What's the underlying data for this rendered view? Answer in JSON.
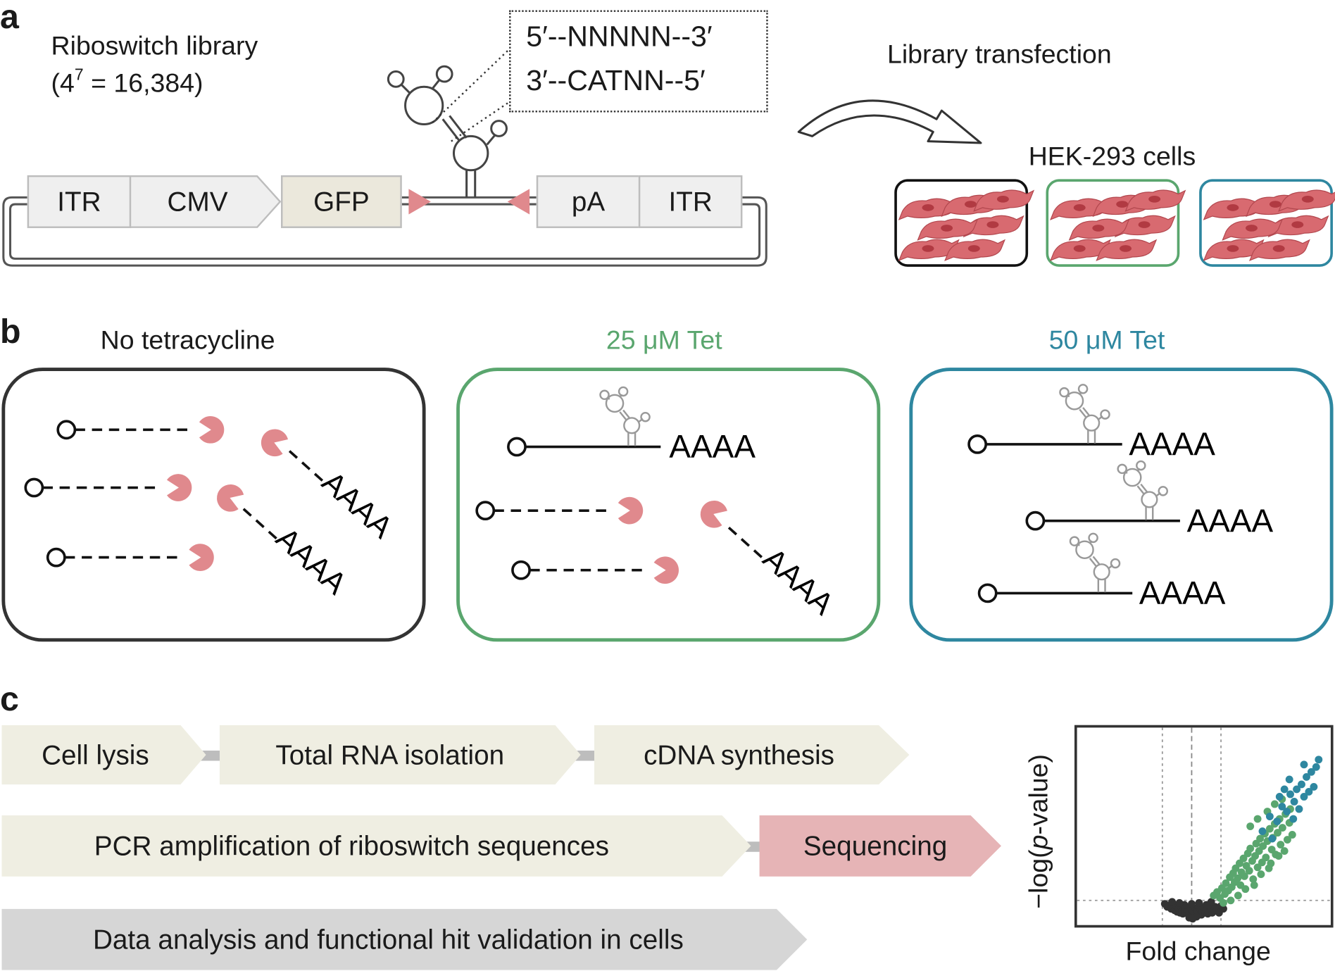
{
  "colors": {
    "black_outline": "#333333",
    "green": "#5aa66e",
    "teal": "#2e87a0",
    "pink": "#e0898d",
    "step_beige": "#efeee2",
    "step_pink": "#e6b4b6",
    "step_gray": "#d6d6d6",
    "plasmid_gray": "#efefef",
    "gfp_beige": "#ebe8dc"
  },
  "panel_a": {
    "letter": "a",
    "library_title": "Riboswitch library",
    "library_count_prefix": "(4",
    "library_count_exp": "7",
    "library_count_suffix": " = 16,384)",
    "seq_top": "5′--NNNNN--3′",
    "seq_bottom": "3′--CATNN--5′",
    "plasmid_blocks": [
      "ITR",
      "CMV",
      "GFP",
      "pA",
      "ITR"
    ],
    "transfection_label": "Library transfection",
    "cells_label": "HEK-293 cells"
  },
  "panel_b": {
    "letter": "b",
    "conditions": [
      "No tetracycline",
      "25 μM Tet",
      "50 μM Tet"
    ],
    "polyA": "AAAA"
  },
  "panel_c": {
    "letter": "c",
    "steps": [
      "Cell lysis",
      "Total RNA isolation",
      "cDNA synthesis",
      "PCR amplification of riboswitch sequences",
      "Sequencing",
      "Data analysis and functional hit validation in cells"
    ],
    "plot_ylabel_pre": "−log(",
    "plot_ylabel_italic": "p",
    "plot_ylabel_post": "-value)",
    "plot_xlabel": "Fold change"
  },
  "chart_data": {
    "type": "scatter",
    "title": "",
    "xlabel": "Fold change",
    "ylabel": "−log(p-value)",
    "grid": false,
    "series": [
      {
        "color": "#333333",
        "values": [
          [
            0.05,
            0.28
          ],
          [
            0.1,
            0.22
          ],
          [
            0.15,
            0.25
          ],
          [
            0.18,
            0.18
          ],
          [
            0.22,
            0.2
          ],
          [
            0.25,
            0.15
          ],
          [
            0.28,
            0.24
          ],
          [
            0.3,
            0.12
          ],
          [
            0.33,
            0.18
          ],
          [
            0.36,
            0.1
          ],
          [
            0.38,
            0.22
          ],
          [
            0.4,
            0.14
          ],
          [
            0.42,
            0.08
          ],
          [
            0.44,
            0.18
          ],
          [
            0.46,
            0.12
          ],
          [
            0.48,
            0.2
          ],
          [
            0.5,
            0.1
          ],
          [
            0.52,
            0.16
          ],
          [
            0.54,
            0.06
          ],
          [
            0.56,
            0.13
          ],
          [
            0.58,
            0.2
          ],
          [
            0.6,
            0.09
          ],
          [
            0.62,
            0.15
          ],
          [
            0.64,
            0.05
          ],
          [
            0.66,
            0.12
          ],
          [
            0.68,
            0.18
          ],
          [
            0.7,
            0.08
          ],
          [
            0.72,
            0.14
          ],
          [
            0.74,
            0.22
          ],
          [
            0.76,
            0.1
          ],
          [
            0.78,
            0.16
          ],
          [
            0.8,
            0.06
          ],
          [
            0.82,
            0.12
          ],
          [
            0.85,
            0.2
          ],
          [
            0.88,
            0.1
          ],
          [
            0.9,
            0.15
          ],
          [
            0.93,
            0.08
          ],
          [
            0.96,
            0.12
          ],
          [
            0.99,
            0.18
          ],
          [
            1.02,
            0.1
          ],
          [
            1.05,
            0.14
          ],
          [
            1.08,
            0.22
          ],
          [
            1.12,
            0.16
          ],
          [
            1.16,
            0.1
          ],
          [
            0.45,
            0.26
          ],
          [
            0.6,
            0.28
          ],
          [
            0.75,
            0.3
          ],
          [
            0.9,
            0.26
          ],
          [
            1.0,
            0.32
          ],
          [
            0.35,
            0.3
          ],
          [
            0.2,
            0.32
          ],
          [
            0.7,
            0.02
          ],
          [
            0.55,
            0.0
          ],
          [
            0.62,
            -0.02
          ],
          [
            1.2,
            0.24
          ],
          [
            1.25,
            0.18
          ]
        ]
      },
      {
        "color": "#5aa66e",
        "values": [
          [
            1.05,
            0.45
          ],
          [
            1.12,
            0.52
          ],
          [
            1.18,
            0.4
          ],
          [
            1.22,
            0.6
          ],
          [
            1.28,
            0.48
          ],
          [
            1.3,
            0.7
          ],
          [
            1.35,
            0.55
          ],
          [
            1.38,
            0.82
          ],
          [
            1.42,
            0.62
          ],
          [
            1.45,
            0.9
          ],
          [
            1.48,
            0.72
          ],
          [
            1.5,
            1.0
          ],
          [
            1.54,
            0.8
          ],
          [
            1.58,
            1.1
          ],
          [
            1.6,
            0.66
          ],
          [
            1.62,
            0.92
          ],
          [
            1.66,
            1.2
          ],
          [
            1.68,
            0.84
          ],
          [
            1.72,
            1.05
          ],
          [
            1.75,
            1.3
          ],
          [
            1.78,
            0.95
          ],
          [
            1.8,
            1.4
          ],
          [
            1.84,
            1.15
          ],
          [
            1.86,
            0.78
          ],
          [
            1.9,
            1.25
          ],
          [
            1.92,
            1.5
          ],
          [
            1.95,
            1.02
          ],
          [
            1.98,
            1.35
          ],
          [
            2.0,
            1.6
          ],
          [
            2.04,
            1.12
          ],
          [
            2.06,
            1.45
          ],
          [
            2.1,
            1.7
          ],
          [
            2.12,
            1.22
          ],
          [
            2.15,
            1.55
          ],
          [
            2.18,
            1.0
          ],
          [
            2.2,
            1.8
          ],
          [
            2.24,
            1.38
          ],
          [
            2.26,
            1.62
          ],
          [
            2.3,
            1.9
          ],
          [
            2.32,
            1.28
          ],
          [
            2.36,
            1.72
          ],
          [
            2.4,
            2.0
          ],
          [
            2.42,
            1.48
          ],
          [
            2.46,
            1.82
          ],
          [
            2.5,
            1.35
          ],
          [
            2.52,
            2.1
          ],
          [
            2.56,
            1.58
          ],
          [
            2.6,
            1.92
          ],
          [
            2.62,
            2.2
          ],
          [
            2.66,
            1.68
          ],
          [
            1.4,
            0.35
          ],
          [
            1.55,
            0.45
          ],
          [
            1.7,
            0.58
          ],
          [
            1.88,
            0.66
          ],
          [
            2.02,
            0.88
          ],
          [
            2.22,
            1.1
          ],
          [
            2.38,
            1.25
          ],
          [
            1.25,
            0.3
          ],
          [
            1.95,
            2.0
          ],
          [
            2.15,
            2.15
          ],
          [
            2.3,
            2.3
          ],
          [
            2.45,
            2.4
          ],
          [
            1.8,
            1.85
          ]
        ]
      },
      {
        "color": "#2e87a0",
        "values": [
          [
            2.05,
            1.75
          ],
          [
            2.2,
            2.05
          ],
          [
            2.35,
            1.95
          ],
          [
            2.45,
            2.25
          ],
          [
            2.55,
            2.15
          ],
          [
            2.62,
            2.5
          ],
          [
            2.7,
            2.35
          ],
          [
            2.75,
            2.6
          ],
          [
            2.8,
            2.2
          ],
          [
            2.85,
            2.7
          ],
          [
            2.9,
            2.45
          ],
          [
            2.95,
            2.85
          ],
          [
            3.0,
            2.55
          ],
          [
            3.05,
            2.95
          ],
          [
            3.1,
            2.65
          ],
          [
            3.15,
            3.05
          ],
          [
            2.5,
            2.6
          ],
          [
            2.6,
            2.8
          ],
          [
            2.4,
            2.45
          ],
          [
            2.9,
            3.1
          ],
          [
            3.2,
            3.2
          ],
          [
            2.25,
            1.6
          ],
          [
            2.68,
            2.0
          ]
        ]
      }
    ]
  }
}
